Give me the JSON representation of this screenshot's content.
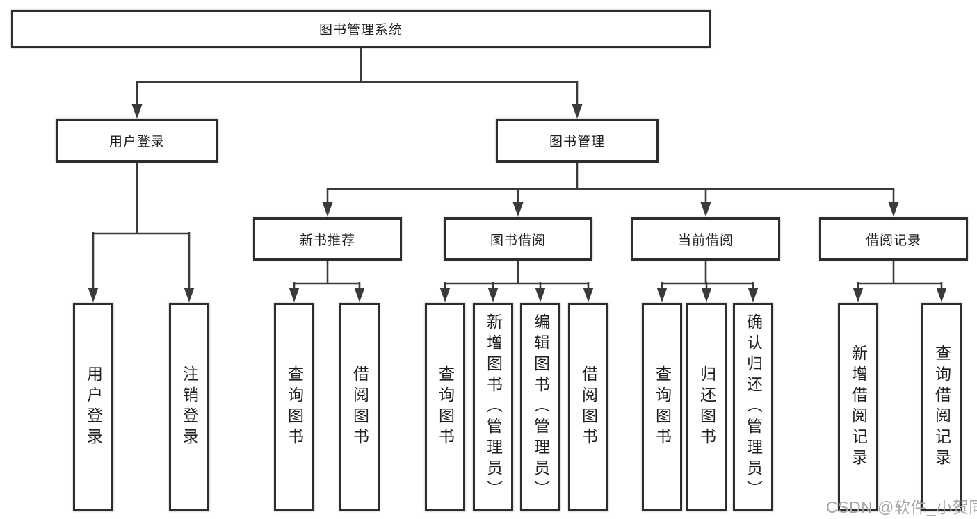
{
  "tree": {
    "root": "图书管理系统",
    "branches": [
      {
        "label": "用户登录",
        "children": [
          "用户登录",
          "注销登录"
        ]
      },
      {
        "label": "图书管理",
        "sections": [
          {
            "label": "新书推荐",
            "children": [
              "查询图书",
              "借阅图书"
            ]
          },
          {
            "label": "图书借阅",
            "children": [
              "查询图书",
              "新增图书（管理员）",
              "编辑图书（管理员）",
              "借阅图书"
            ]
          },
          {
            "label": "当前借阅",
            "children": [
              "查询图书",
              "归还图书",
              "确认归还（管理员）"
            ]
          },
          {
            "label": "借阅记录",
            "children": [
              "新增借阅记录",
              "查询借阅记录"
            ]
          }
        ]
      }
    ]
  },
  "watermark": "CSDN @软件_小贺同学",
  "colors": {
    "line": "#3a3a3a",
    "border": "#2d2d2d",
    "text": "#1f1f1f",
    "bg": "#ffffff",
    "watermark": "#a6a6a6"
  }
}
